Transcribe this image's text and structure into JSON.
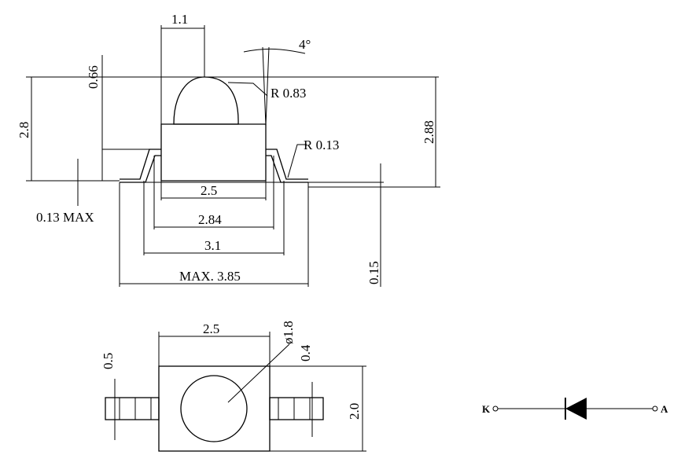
{
  "side_view": {
    "width_top": "1.1",
    "height_lens": "0.66",
    "angle": "4°",
    "radius_lens": "R 0.83",
    "height_total": "2.8",
    "height_overall": "2.88",
    "radius_lead": "R 0.13",
    "body_width": "2.5",
    "lead_thickness": "0.13 MAX",
    "width_284": "2.84",
    "width_31": "3.1",
    "max_width": "MAX. 3.85",
    "standoff": "0.15"
  },
  "top_view": {
    "body_width": "2.5",
    "lens_diameter": "ø1.8",
    "lead_width_left": "0.5",
    "lead_width_right": "0.4",
    "body_height": "2.0"
  },
  "symbol": {
    "cathode": "K",
    "anode": "A"
  }
}
